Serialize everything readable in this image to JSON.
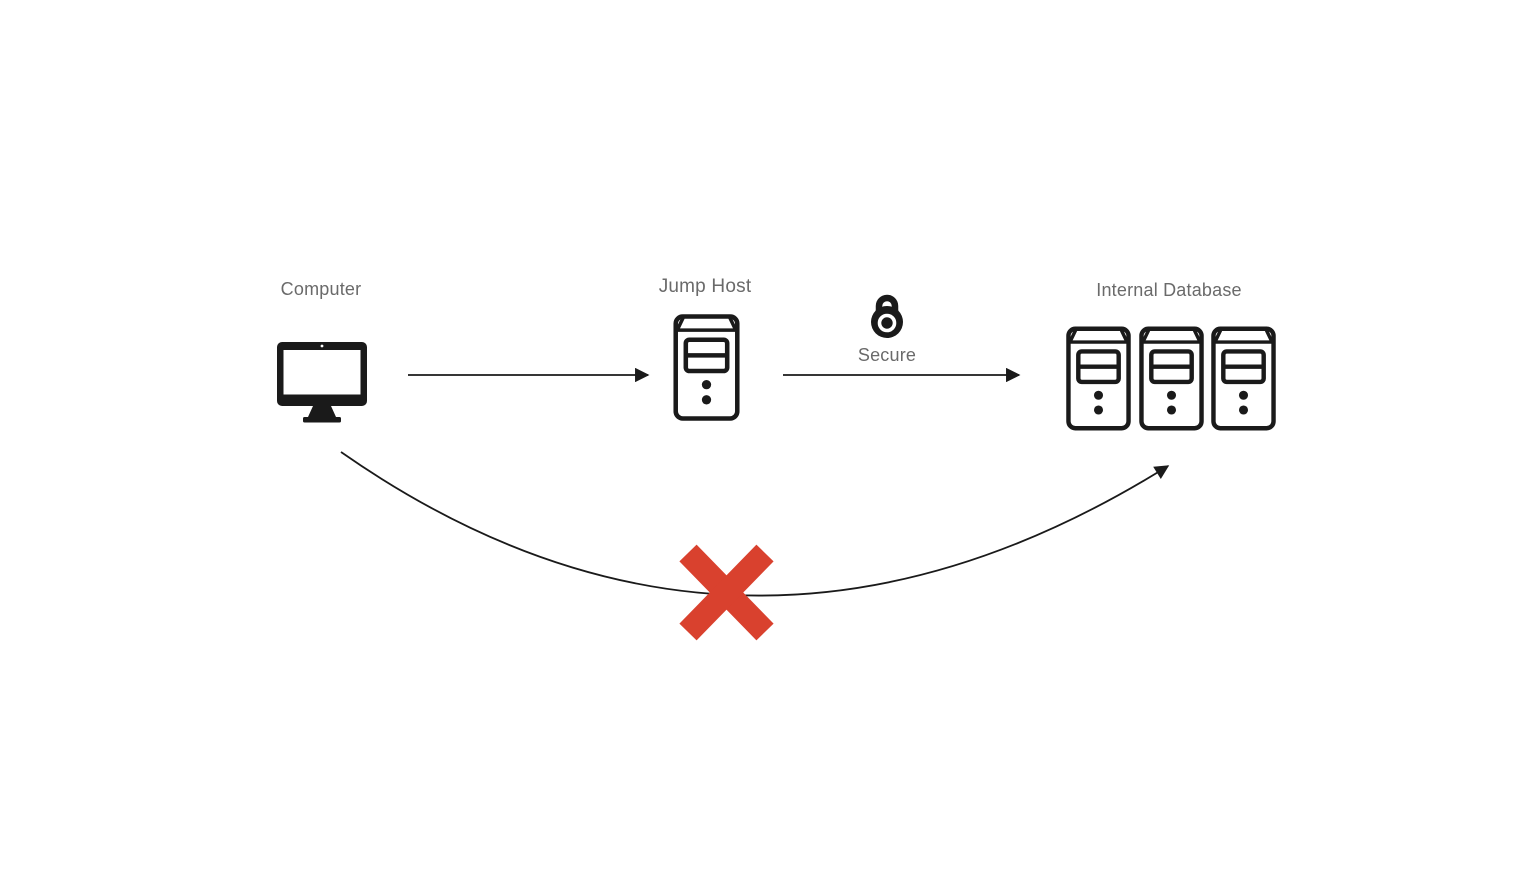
{
  "diagram": {
    "nodes": {
      "computer": {
        "label": "Computer",
        "icon": "monitor-icon"
      },
      "jump_host": {
        "label": "Jump Host",
        "icon": "server-tower-icon"
      },
      "secure": {
        "label": "Secure",
        "icon": "padlock-icon"
      },
      "internal_database": {
        "label": "Internal Database",
        "icon": "server-tower-icon",
        "server_count": 3
      }
    },
    "connections": [
      {
        "from": "Computer",
        "to": "Jump Host",
        "style": "straight-arrow",
        "status": "allowed"
      },
      {
        "from": "Jump Host",
        "to": "Internal Database",
        "style": "straight-arrow",
        "status": "allowed",
        "label": "Secure"
      },
      {
        "from": "Computer",
        "to": "Internal Database",
        "style": "curved-arrow",
        "status": "blocked"
      }
    ],
    "colors": {
      "line": "#1a1a1a",
      "label": "#6a6a6a",
      "blocked_x": "#d9412e",
      "background": "#ffffff"
    }
  }
}
